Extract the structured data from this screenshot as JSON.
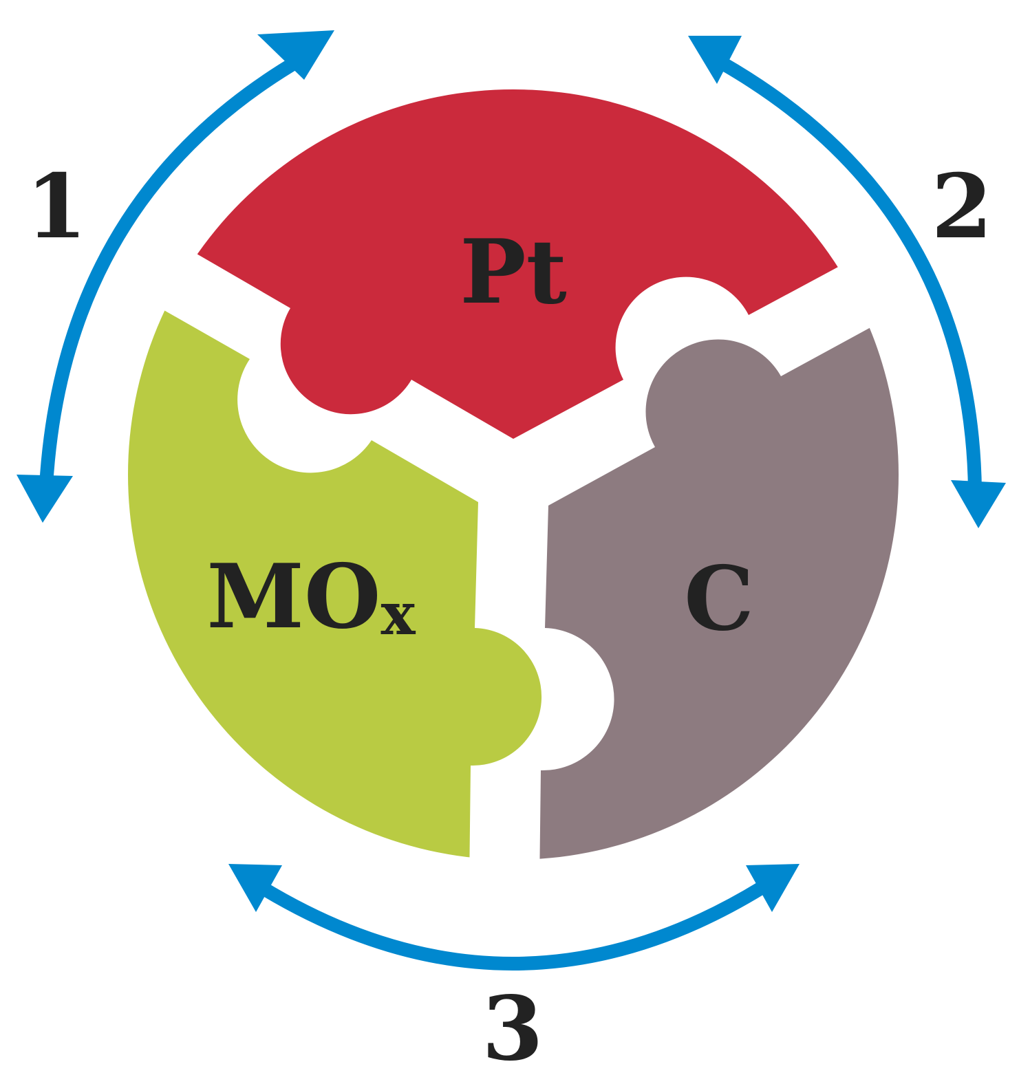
{
  "diagram": {
    "pieces": {
      "pt": {
        "label": "Pt",
        "color": "#CB2A3C"
      },
      "mox": {
        "label": "MO",
        "subscript": "x",
        "color": "#B9CB43"
      },
      "c": {
        "label": "C",
        "color": "#8D7B80"
      }
    },
    "interactions": {
      "color": "#0088CF",
      "arrow_1": {
        "label": "1"
      },
      "arrow_2": {
        "label": "2"
      },
      "arrow_3": {
        "label": "3"
      }
    },
    "text_color": "#222222",
    "background": "#FFFFFF"
  }
}
